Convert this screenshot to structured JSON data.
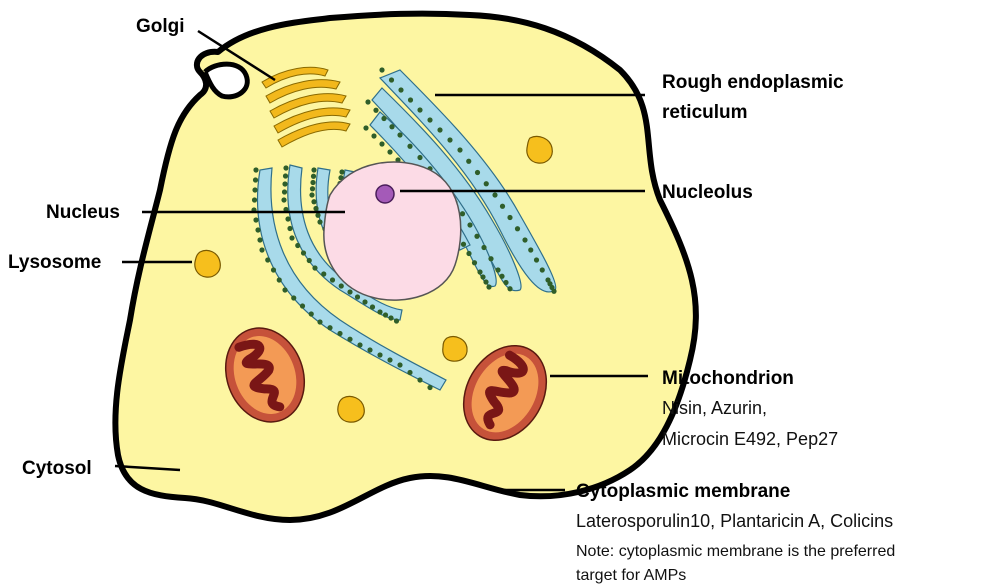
{
  "labels": {
    "golgi": "Golgi",
    "rough_er_line1": "Rough endoplasmic",
    "rough_er_line2": "reticulum",
    "nucleolus": "Nucleolus",
    "nucleus": "Nucleus",
    "lysosome": "Lysosome",
    "mitochondrion": "Mitochondrion",
    "mito_amps_line1": "Nisin, Azurin,",
    "mito_amps_line2": "Microcin E492, Pep27",
    "cytosol": "Cytosol",
    "membrane": "Cytoplasmic membrane",
    "membrane_amps": "Laterosporulin10, Plantaricin A, Colicins",
    "note_line1": "Note: cytoplasmic membrane is the preferred",
    "note_line2": "target for AMPs"
  },
  "colors": {
    "cytosol": "#fdf6a2",
    "membrane": "#000000",
    "golgi": "#f2b81c",
    "er": "#a8daea",
    "ribosome": "#2f5e2a",
    "nucleus": "#fcdbe6",
    "nucleolus": "#a45ab8",
    "lysosome": "#f6bf1d",
    "mito_outer": "#c6523a",
    "mito_matrix": "#f39a55",
    "mito_cristae": "#7a1616"
  }
}
